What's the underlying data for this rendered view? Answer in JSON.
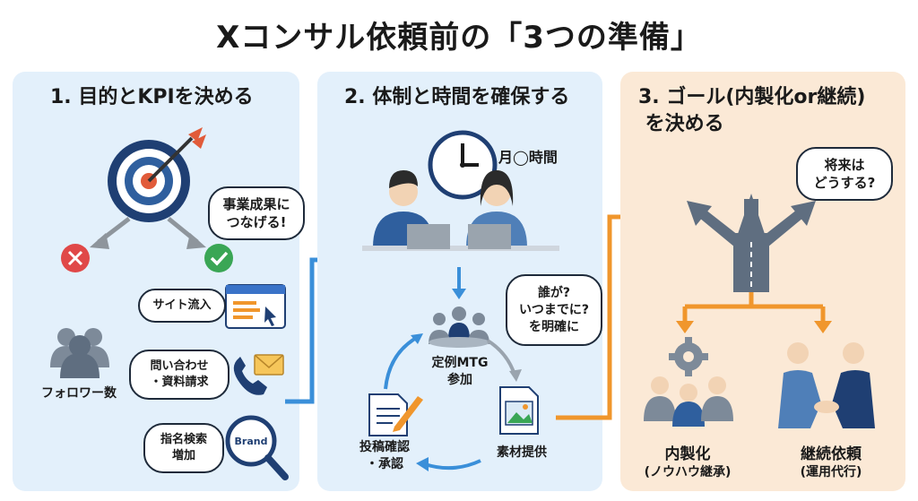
{
  "title": "Xコンサル依頼前の「3つの準備」",
  "panel1": {
    "title": "1. 目的とKPIを決める",
    "bubble": "事業成果に\nつなげる!",
    "kpi_site": "サイト流入",
    "kpi_inquiry": "問い合わせ\n・資料請求",
    "kpi_search": "指名検索\n増加",
    "followers": "フォロワー数",
    "brand": "Brand"
  },
  "panel2": {
    "title": "2. 体制と時間を確保する",
    "time": "月◯時間",
    "bubble": "誰が?\nいつまでに?\nを明確に",
    "meeting": "定例MTG\n参加",
    "materials": "素材提供",
    "approval": "投稿確認\n・承認"
  },
  "panel3": {
    "title": "3. ゴール(内製化or継続)\n を決める",
    "bubble": "将来は\nどうする?",
    "inhouse": "内製化",
    "inhouse_sub": "(ノウハウ継承)",
    "continue": "継続依頼",
    "continue_sub": "(運用代行)"
  },
  "colors": {
    "blue_panel": "#e3f0fb",
    "orange_panel": "#fbe9d6",
    "arrow_blue": "#3a8fd9",
    "arrow_orange": "#f0962c",
    "navy": "#1f3f73"
  }
}
